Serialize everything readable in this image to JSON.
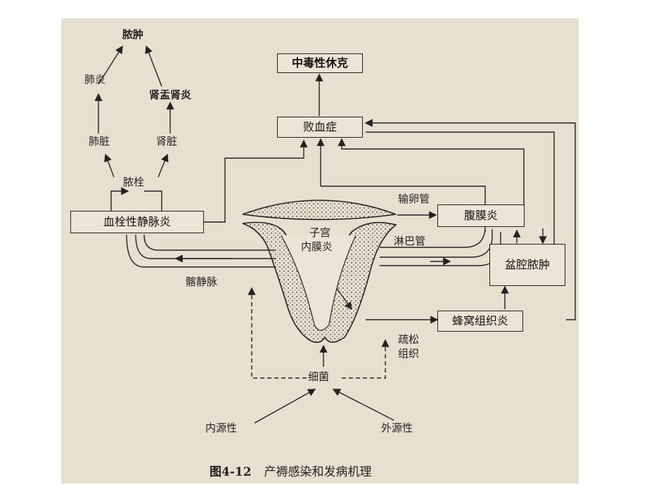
{
  "nodes": {
    "abscess_top": "脓肿",
    "pneumonia": "肺炎",
    "pyelonephritis": "肾盂肾炎",
    "lung": "肺脏",
    "kidney": "肾脏",
    "embolus": "脓栓",
    "thrombophlebitis": "血栓性静脉炎",
    "toxic_shock": "中毒性休克",
    "septicemia": "败血症",
    "fallopian_tube": "输卵管",
    "peritonitis": "腹膜炎",
    "uterus": "子宫",
    "endometritis": "内膜炎",
    "lymphatic": "淋巴管",
    "pelvic_abscess": "盆腔脓肿",
    "iliac_vein": "髂静脉",
    "cellulitis": "蜂窝组织炎",
    "loose_tissue_1": "疏松",
    "loose_tissue_2": "组织",
    "bacteria": "细菌",
    "endogenous": "内源性",
    "exogenous": "外源性"
  },
  "caption": {
    "number": "图4-12",
    "title": "产褥感染和发病机理"
  },
  "colors": {
    "ink": "#222222",
    "paper": "#e7dfd0",
    "page": "#ffffff"
  }
}
